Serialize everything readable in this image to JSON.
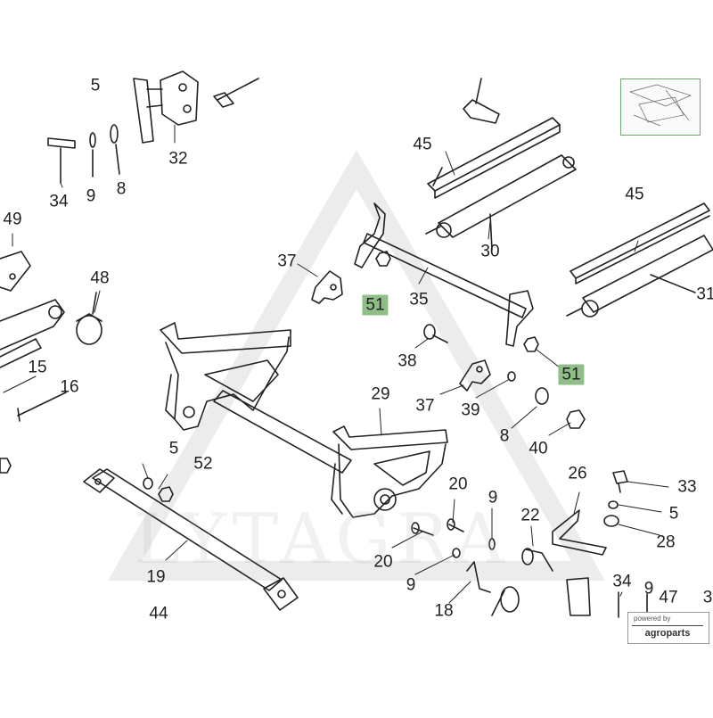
{
  "watermark": "LYTAGRA",
  "badge": {
    "powered_by": "powered by",
    "brand": "agroparts"
  },
  "callouts": [
    {
      "id": "c1",
      "text": "5",
      "highlight": false
    },
    {
      "id": "c2",
      "text": "32",
      "highlight": false
    },
    {
      "id": "c3",
      "text": "34",
      "highlight": false
    },
    {
      "id": "c4",
      "text": "9",
      "highlight": false
    },
    {
      "id": "c5",
      "text": "8",
      "highlight": false
    },
    {
      "id": "c6",
      "text": "49",
      "highlight": false
    },
    {
      "id": "c7",
      "text": "48",
      "highlight": false
    },
    {
      "id": "c8",
      "text": "15",
      "highlight": false
    },
    {
      "id": "c9",
      "text": "16",
      "highlight": false
    },
    {
      "id": "c10",
      "text": "45",
      "highlight": false
    },
    {
      "id": "c11",
      "text": "30",
      "highlight": false
    },
    {
      "id": "c12",
      "text": "45",
      "highlight": false
    },
    {
      "id": "c13",
      "text": "31",
      "highlight": false
    },
    {
      "id": "c14",
      "text": "37",
      "highlight": false
    },
    {
      "id": "c15",
      "text": "35",
      "highlight": false
    },
    {
      "id": "c16",
      "text": "51",
      "highlight": true
    },
    {
      "id": "c17",
      "text": "51",
      "highlight": true
    },
    {
      "id": "c18",
      "text": "38",
      "highlight": false
    },
    {
      "id": "c19",
      "text": "37",
      "highlight": false
    },
    {
      "id": "c20",
      "text": "39",
      "highlight": false
    },
    {
      "id": "c21",
      "text": "29",
      "highlight": false
    },
    {
      "id": "c22",
      "text": "8",
      "highlight": false
    },
    {
      "id": "c23",
      "text": "40",
      "highlight": false
    },
    {
      "id": "c24",
      "text": "5",
      "highlight": false
    },
    {
      "id": "c25",
      "text": "52",
      "highlight": false
    },
    {
      "id": "c26",
      "text": "26",
      "highlight": false
    },
    {
      "id": "c27",
      "text": "33",
      "highlight": false
    },
    {
      "id": "c28",
      "text": "5",
      "highlight": false
    },
    {
      "id": "c29",
      "text": "28",
      "highlight": false
    },
    {
      "id": "c30",
      "text": "20",
      "highlight": false
    },
    {
      "id": "c31",
      "text": "9",
      "highlight": false
    },
    {
      "id": "c32",
      "text": "22",
      "highlight": false
    },
    {
      "id": "c33",
      "text": "20",
      "highlight": false
    },
    {
      "id": "c34",
      "text": "9",
      "highlight": false
    },
    {
      "id": "c35",
      "text": "19",
      "highlight": false
    },
    {
      "id": "c36",
      "text": "18",
      "highlight": false
    },
    {
      "id": "c37",
      "text": "44",
      "highlight": false
    },
    {
      "id": "c38",
      "text": "34",
      "highlight": false
    },
    {
      "id": "c39",
      "text": "9",
      "highlight": false
    },
    {
      "id": "c40",
      "text": "47",
      "highlight": false
    },
    {
      "id": "c41",
      "text": "3",
      "highlight": false
    }
  ]
}
